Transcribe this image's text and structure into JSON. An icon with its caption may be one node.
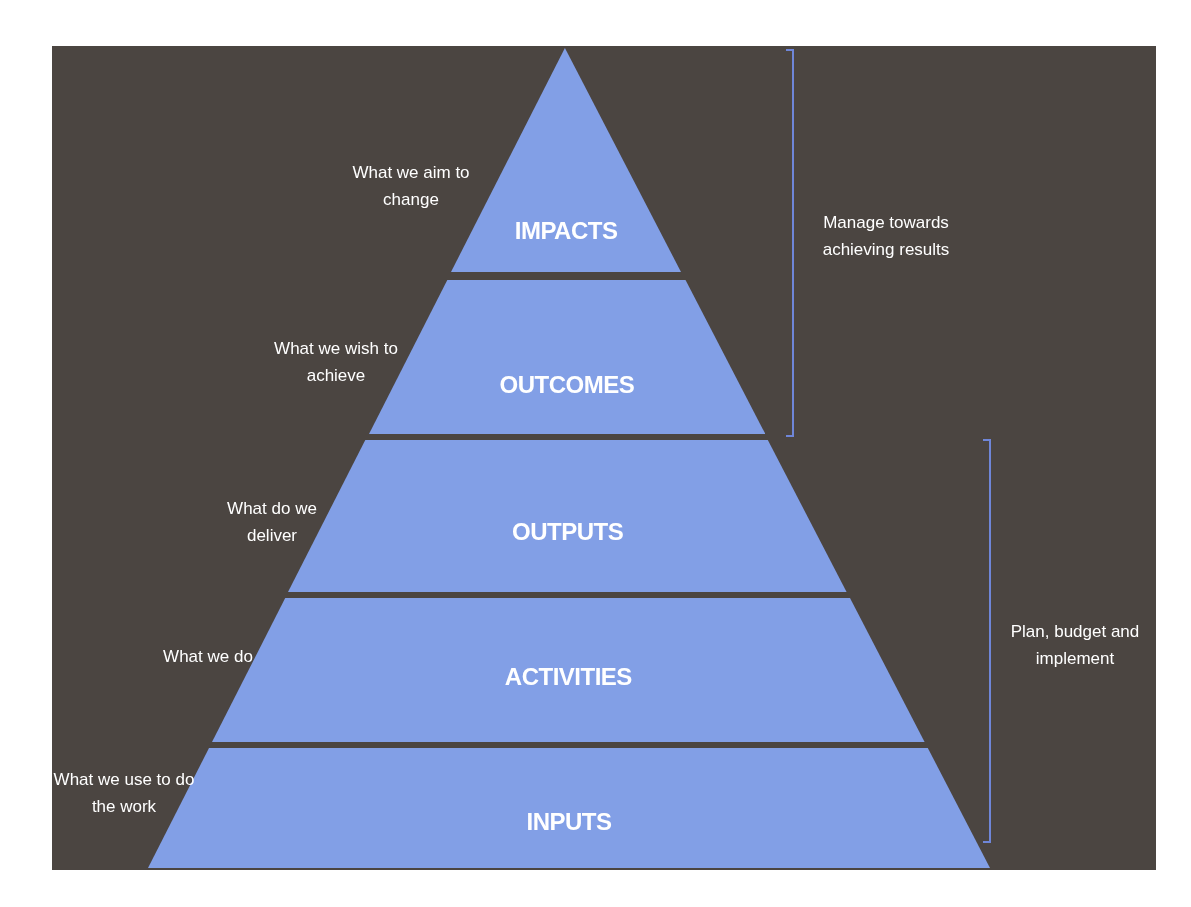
{
  "diagram": {
    "nodes": [
      {
        "text": [
          "IMPACTS"
        ],
        "beside": [
          "What we aim to change"
        ]
      },
      {
        "text": [
          "OUTCOMES"
        ],
        "beside": [
          "What we wish to achieve"
        ]
      },
      {
        "text": [
          "OUTPUTS"
        ],
        "beside": [
          "What do we deliver"
        ]
      },
      {
        "text": [
          "ACTIVITIES"
        ],
        "beside": [
          "What we do"
        ]
      },
      {
        "text": [
          "INPUTS"
        ],
        "beside": [
          "What we use to do the work"
        ]
      }
    ],
    "edges": [],
    "labels": [
      "Manage towards achieving results",
      "Plan, budget and implement"
    ]
  }
}
